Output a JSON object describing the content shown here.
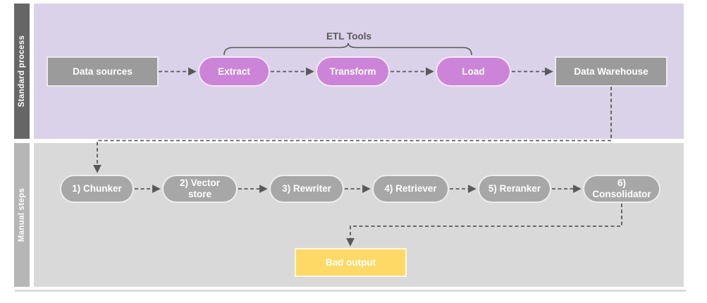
{
  "lanes": [
    {
      "label": "Standard process"
    },
    {
      "label": "Manual steps"
    }
  ],
  "annotations": {
    "etl_tools_label": "ETL Tools"
  },
  "nodes": {
    "data_sources": {
      "label": "Data sources"
    },
    "extract": {
      "label": "Extract"
    },
    "transform": {
      "label": "Transform"
    },
    "load": {
      "label": "Load"
    },
    "data_warehouse": {
      "label": "Data Warehouse"
    },
    "chunker": {
      "label": "1) Chunker"
    },
    "vector_store": {
      "label": "2) Vector store"
    },
    "rewriter": {
      "label": "3) Rewriter"
    },
    "retriever": {
      "label": "4) Retriever"
    },
    "reranker": {
      "label": "5) Reranker"
    },
    "consolidator": {
      "label": "6) Consolidator"
    },
    "bad_output": {
      "label": "Bad output"
    }
  },
  "edges": [
    {
      "from": "data_sources",
      "to": "extract",
      "style": "dashed-arrow"
    },
    {
      "from": "extract",
      "to": "transform",
      "style": "dashed-arrow"
    },
    {
      "from": "transform",
      "to": "load",
      "style": "dashed-arrow"
    },
    {
      "from": "load",
      "to": "data_warehouse",
      "style": "dashed-arrow"
    },
    {
      "from": "data_warehouse",
      "to": "chunker",
      "style": "dashed-arrow-elbow"
    },
    {
      "from": "chunker",
      "to": "vector_store",
      "style": "dashed-arrow"
    },
    {
      "from": "vector_store",
      "to": "rewriter",
      "style": "dashed-arrow"
    },
    {
      "from": "rewriter",
      "to": "retriever",
      "style": "dashed-arrow"
    },
    {
      "from": "retriever",
      "to": "reranker",
      "style": "dashed-arrow"
    },
    {
      "from": "reranker",
      "to": "consolidator",
      "style": "dashed-arrow"
    },
    {
      "from": "consolidator",
      "to": "bad_output",
      "style": "dashed-arrow-elbow"
    }
  ],
  "brace": {
    "spans": [
      "extract",
      "transform",
      "load"
    ],
    "label": "ETL Tools"
  },
  "colors": {
    "lane1_header": "#666666",
    "lane1_body": "#D9D2E9",
    "lane2_header": "#B6B6B6",
    "lane2_body": "#D9D9D9",
    "gray_node": "#9B9B9B",
    "gray_pill": "#A7A7A7",
    "etl_pink": "#CC84D8",
    "warning_yellow": "#FFD966",
    "connector": "#595959"
  }
}
